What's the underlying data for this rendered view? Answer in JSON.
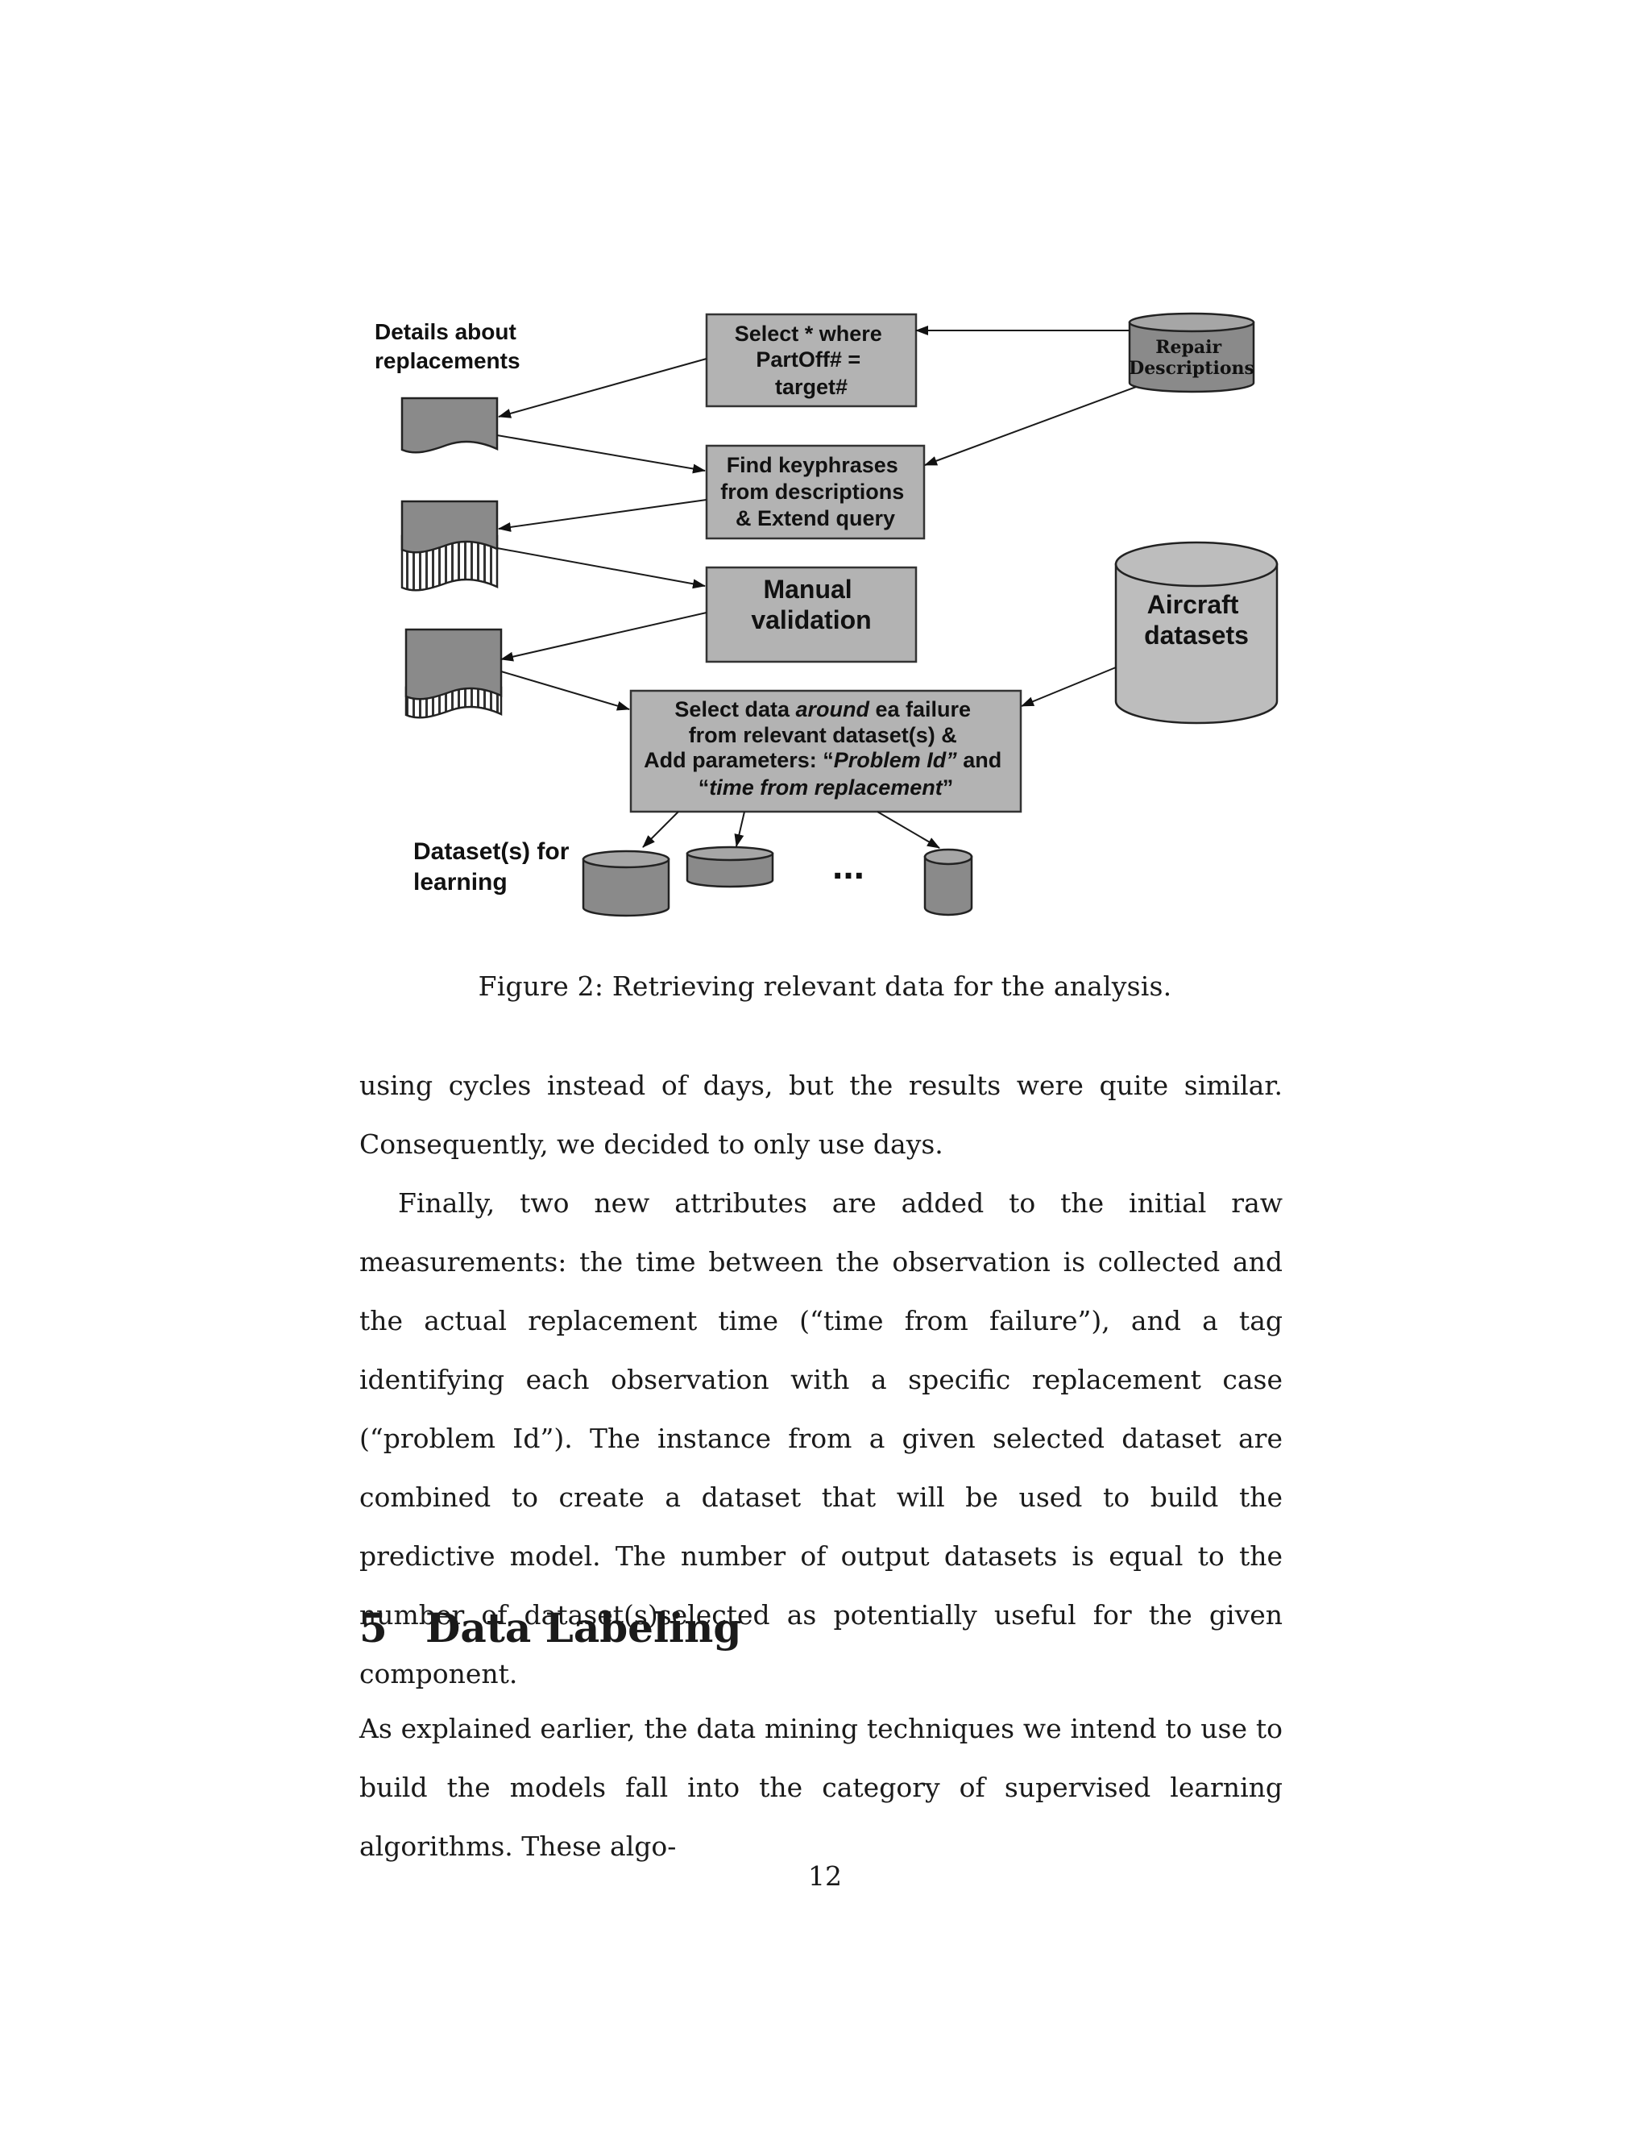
{
  "figure": {
    "labels": {
      "details_line1": "Details about",
      "details_line2": "replacements",
      "select_line1": "Select * where",
      "select_line2": "PartOff# =",
      "select_line3": "target#",
      "repair_line1": "Repair",
      "repair_line2": "Descriptions",
      "find_line1": "Find keyphrases",
      "find_line2": "from descriptions",
      "find_line3": "& Extend query",
      "manual_line1": "Manual",
      "manual_line2": "validation",
      "aircraft_line1": "Aircraft",
      "aircraft_line2": "datasets",
      "selectdata_line1_a": "Select data ",
      "selectdata_line1_b": "around",
      "selectdata_line1_c": " ea failure",
      "selectdata_line2": "from relevant dataset(s) &",
      "selectdata_line3_a": "Add parameters: “",
      "selectdata_line3_b": "Problem Id”",
      "selectdata_line3_c": " and",
      "selectdata_line4_a": "“",
      "selectdata_line4_b": "time from replacement",
      "selectdata_line4_c": "”",
      "datasets_line1": "Dataset(s) for",
      "datasets_line2": "learning",
      "ellipsis": "..."
    }
  },
  "caption": "Figure 2: Retrieving relevant data for the analysis.",
  "paragraph1": "using cycles instead of days, but the results were quite similar. Consequently, we decided to only use days.",
  "paragraph2": "Finally, two new attributes are added to the initial raw measurements: the time between the observation is collected and the actual replacement time (“time from failure”), and a tag identifying each observation with a specific replacement case (“problem Id”). The instance from a given selected dataset are combined to create a dataset that will be used to build the predictive model. The number of output datasets is equal to the number of dataset(s)selected as potentially useful for the given component.",
  "section": {
    "number": "5",
    "title": "Data Labeling"
  },
  "paragraph3": "As explained earlier, the data mining techniques we intend to use to build the models fall into the category of supervised learning algorithms. These algo-",
  "page_number": "12"
}
